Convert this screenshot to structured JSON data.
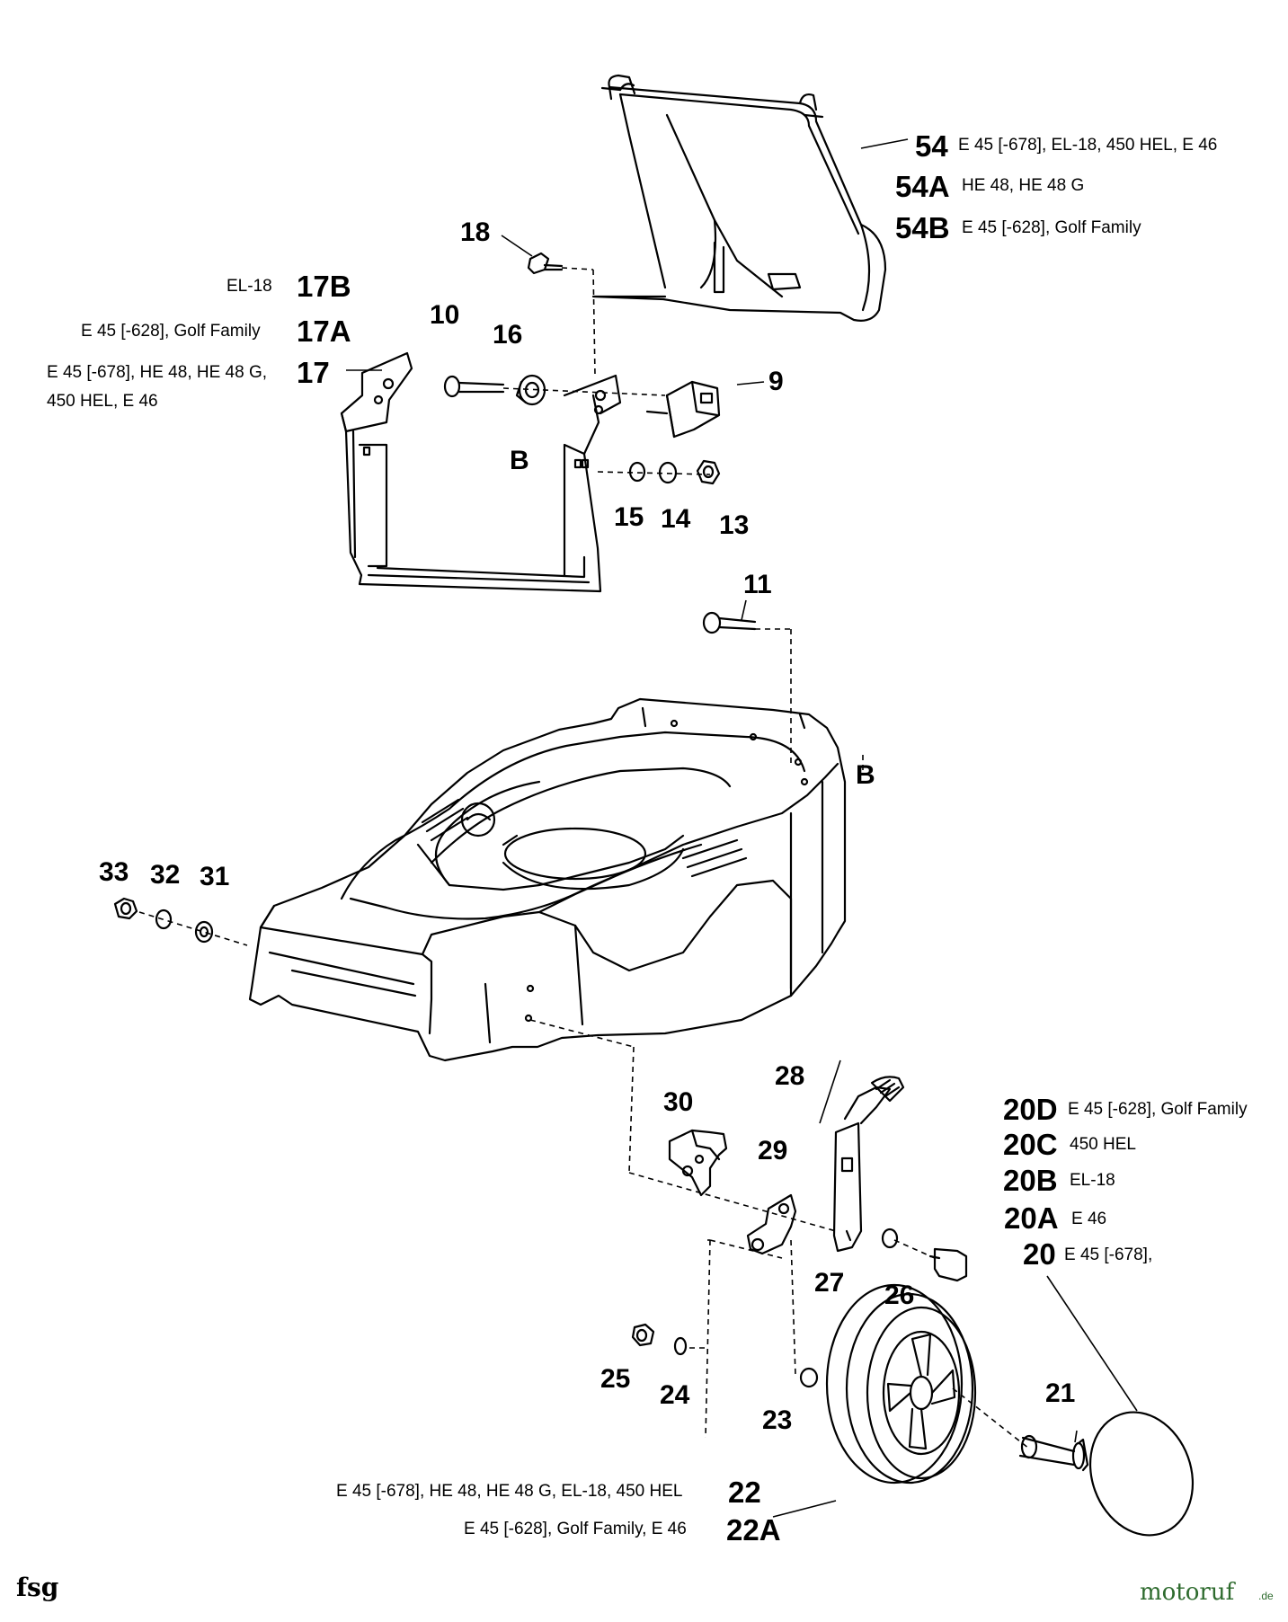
{
  "parts": {
    "p54": {
      "id": "54",
      "note": "E 45 [-678], EL-18, 450 HEL, E 46"
    },
    "p54A": {
      "id": "54A",
      "note": "HE 48, HE 48 G"
    },
    "p54B": {
      "id": "54B",
      "note": "E 45 [-628], Golf Family"
    },
    "p18": {
      "id": "18"
    },
    "p17B": {
      "id": "17B",
      "note": "EL-18"
    },
    "p17A": {
      "id": "17A",
      "note": "E 45 [-628], Golf Family"
    },
    "p17": {
      "id": "17",
      "note": "E 45 [-678], HE 48, HE 48 G,",
      "note2": "450 HEL, E 46"
    },
    "p10": {
      "id": "10"
    },
    "p16": {
      "id": "16"
    },
    "p9": {
      "id": "9"
    },
    "pB1": {
      "id": "B"
    },
    "p15": {
      "id": "15"
    },
    "p14": {
      "id": "14"
    },
    "p13": {
      "id": "13"
    },
    "p11": {
      "id": "11"
    },
    "pB2": {
      "id": "B"
    },
    "p33": {
      "id": "33"
    },
    "p32": {
      "id": "32"
    },
    "p31": {
      "id": "31"
    },
    "p28": {
      "id": "28"
    },
    "p30": {
      "id": "30"
    },
    "p29": {
      "id": "29"
    },
    "p20D": {
      "id": "20D",
      "note": "E 45 [-628], Golf Family"
    },
    "p20C": {
      "id": "20C",
      "note": "450 HEL"
    },
    "p20B": {
      "id": "20B",
      "note": "EL-18"
    },
    "p20A": {
      "id": "20A",
      "note": "E 46"
    },
    "p20": {
      "id": "20",
      "note": "E 45 [-678],"
    },
    "p27": {
      "id": "27"
    },
    "p26": {
      "id": "26"
    },
    "p25": {
      "id": "25"
    },
    "p24": {
      "id": "24"
    },
    "p23": {
      "id": "23"
    },
    "p21": {
      "id": "21"
    },
    "p22": {
      "id": "22",
      "note": "E 45 [-678], HE 48, HE 48 G, EL-18, 450 HEL"
    },
    "p22A": {
      "id": "22A",
      "note": "E 45 [-628], Golf Family, E 46"
    }
  },
  "footer": {
    "code": "fsg",
    "brand": "motoruf",
    "brand_suffix": ".de"
  }
}
